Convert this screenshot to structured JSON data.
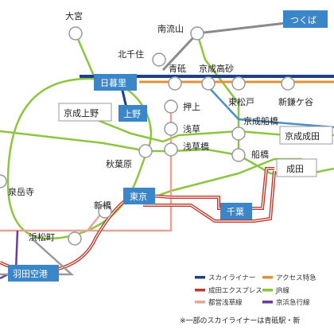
{
  "stations": {
    "omiya": "大宮",
    "minami_nagareyama": "南流山",
    "kitasenju": "北千住",
    "aoto": "青砥",
    "keisei_takasago": "京成高砂",
    "oshiage": "押上",
    "asakusa": "浅草",
    "asakusabashi": "浅草橋",
    "akihabara": "秋葉原",
    "higashi_matsudo": "東松戸",
    "shin_kamagaya": "新鎌ケ谷",
    "keisei_funabashi": "京成船橋",
    "funabashi": "船橋",
    "sengakuji": "泉岳寺",
    "shimbashi": "新橋",
    "hamamatsucho": "浜松町"
  },
  "boxes": {
    "tsukuba": "つくば",
    "nippori": "日暮里",
    "keisei_ueno": "京成上野",
    "ueno": "上野",
    "keisei_narita": "京成成田",
    "narita": "成田",
    "tokyo": "東京",
    "chiba": "千葉",
    "haneda": "羽田空港"
  },
  "legend": [
    {
      "label": "スカイライナー",
      "color": "#1e3f8a"
    },
    {
      "label": "アクセス特急",
      "color": "#e0923a"
    },
    {
      "label": "成田エクスプレス",
      "color": "#c0392b"
    },
    {
      "label": "JR線",
      "color": "#8cc63f"
    },
    {
      "label": "都営浅草線",
      "color": "#e7a59a"
    },
    {
      "label": "京浜急行線",
      "color": "#6a3d9a"
    }
  ],
  "note": "※一部のスカイライナーは青砥駅・新"
}
